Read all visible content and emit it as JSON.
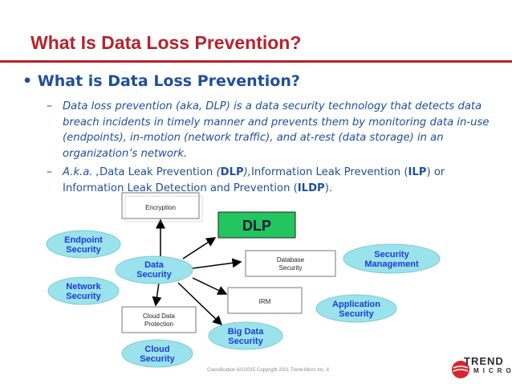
{
  "slide": {
    "title": "What Is Data Loss Prevention?",
    "bullet_heading": "What is Data Loss Prevention?",
    "sub_bullet_1": "Data loss prevention (aka, DLP)  is a data security technology that detects data breach incidents in timely manner and prevents them by monitoring data in-use (endpoints), in-motion (network traffic), and at-rest (data storage) in an organization’s network.",
    "sub_bullet_2": {
      "aka_prefix": "A.k.a. ,",
      "part_a": "Data Leak Prevention ",
      "paren_open": "(",
      "dlp": "DLP",
      "paren_close": "),",
      "part_b": "Information Leak Prevention (",
      "ilp": "ILP",
      "part_c": ") or Information Leak Detection and Prevention (",
      "ildp": "ILDP",
      "part_d": ")."
    }
  },
  "diagram": {
    "encryption": "Encryption",
    "dlp": "DLP",
    "endpoint_l1": "Endpoint",
    "endpoint_l2": "Security",
    "data_l1": "Data",
    "data_l2": "Security",
    "database_l1": "Database",
    "database_l2": "Security",
    "security_mgmt_l1": "Security",
    "security_mgmt_l2": "Management",
    "network_l1": "Network",
    "network_l2": "Security",
    "irm": "IRM",
    "application_l1": "Application",
    "application_l2": "Security",
    "cloud_data_l1": "Cloud Data",
    "cloud_data_l2": "Protection",
    "bigdata_l1": "Big Data",
    "bigdata_l2": "Security",
    "cloud_l1": "Cloud",
    "cloud_l2": "Security"
  },
  "footer": {
    "text": "Classification 6/2/2015     Copyright 2011 Trend Micro Inc.   4"
  },
  "logo": {
    "word": "TREND",
    "sub": "MICRO"
  },
  "colors": {
    "title_red": "#b5232d",
    "text_blue": "#1f4e9c",
    "oval_fill": "#9be3ec",
    "oval_text": "#1a3bd8",
    "box_border": "#777777",
    "dlp_fill": "#22c55e"
  }
}
